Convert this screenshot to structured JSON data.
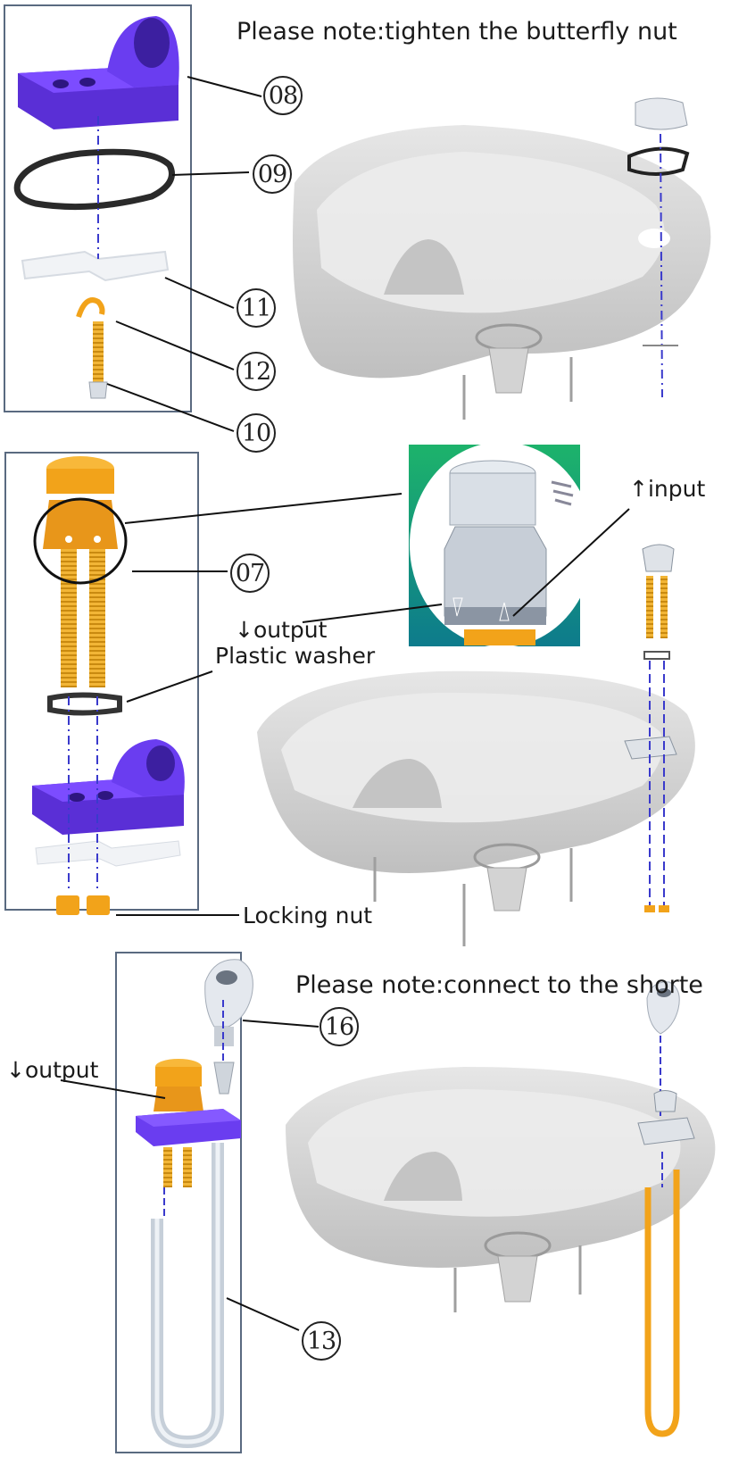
{
  "notes": {
    "butterfly": "Please note:tighten the butterfly nut",
    "shorter": "Please note:connect to the shorte"
  },
  "labels": {
    "input": "↑input",
    "output_mid": "↓output",
    "plastic_washer": "Plastic washer",
    "locking_nut": "Locking nut",
    "output_bottom": "↓output"
  },
  "part_numbers": {
    "p08": "08",
    "p09": "09",
    "p11": "11",
    "p12": "12",
    "p10": "10",
    "p07": "07",
    "p16": "16",
    "p13": "13"
  },
  "colors": {
    "purple": "#6a3df0",
    "orange": "#f2a31a",
    "basin": "#c9c9c9",
    "frame": "#5a6a80"
  }
}
